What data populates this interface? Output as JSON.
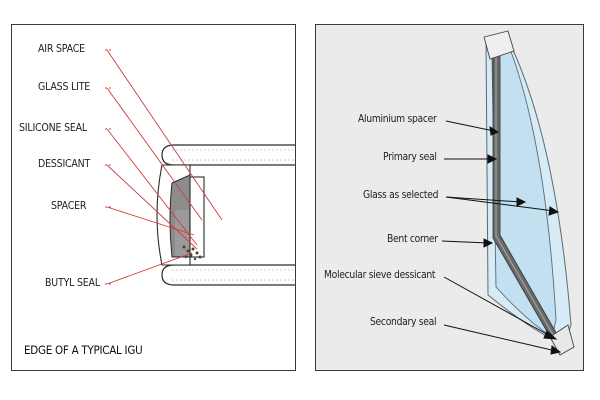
{
  "left_diagram": {
    "labels": {
      "air_space": "AIR SPACE",
      "glass_lite": "GLASS LITE",
      "silicone_seal": "SILICONE SEAL",
      "dessicant": "DESSICANT",
      "spacer": "SPACER",
      "butyl_seal": "BUTYL SEAL"
    },
    "caption": "EDGE OF A TYPICAL IGU",
    "colors": {
      "leader": "#d33b3b",
      "seal": "#8c8c8c",
      "outline": "#2b2b2b"
    }
  },
  "right_diagram": {
    "labels": {
      "aluminium_spacer": "Aluminium spacer",
      "primary_seal": "Primary seal",
      "glass_as_selected": "Glass as selected",
      "bent_corner": "Bent corner",
      "molecular_sieve_dessicant": "Molecular sieve dessicant",
      "secondary_seal": "Secondary seal"
    },
    "colors": {
      "background": "#ebebeb",
      "glass": "#cfe6f3",
      "spacer": "#6a6a6a"
    }
  }
}
